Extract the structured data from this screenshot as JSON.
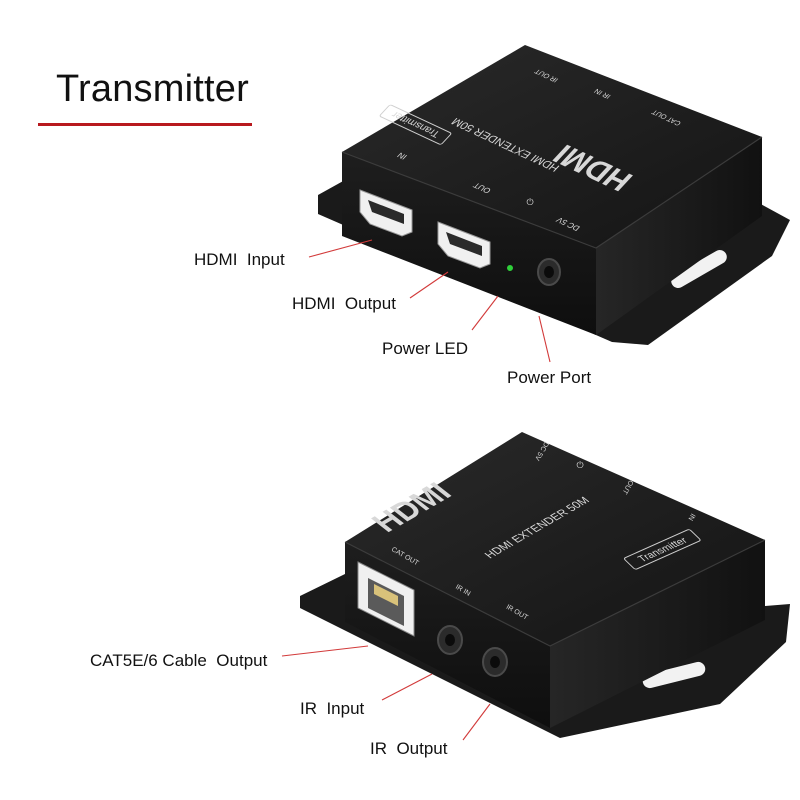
{
  "title": "Transmitter",
  "top_device": {
    "brand": "HDMI",
    "model": "HDMI EXTENDER 50M",
    "badge": "Transmitter",
    "port_labels": {
      "in": "IN",
      "out": "OUT",
      "power_icon": "⏻",
      "dc": "DC 5V",
      "cat_out": "CAT OUT",
      "ir_in": "IR IN",
      "ir_out": "IR OUT"
    }
  },
  "bottom_device": {
    "brand": "HDMI",
    "model": "HDMI EXTENDER 50M",
    "badge": "Transmitter",
    "port_labels": {
      "cat_out": "CAT OUT",
      "ir_in": "IR IN",
      "ir_out": "IR OUT",
      "dc": "DC 5V",
      "power_icon": "⏻",
      "out": "OUT",
      "in": "IN"
    }
  },
  "callouts": {
    "hdmi_input": "HDMI  Input",
    "hdmi_output": "HDMI  Output",
    "power_led": "Power LED",
    "power_port": "Power Port",
    "cat_cable_output": "CAT5E/6 Cable  Output",
    "ir_input": "IR  Input",
    "ir_output": "IR  Output"
  },
  "colors": {
    "accent_red": "#b8191e",
    "device_body": "#1c1c1c",
    "led_green": "#2fcf3a"
  }
}
